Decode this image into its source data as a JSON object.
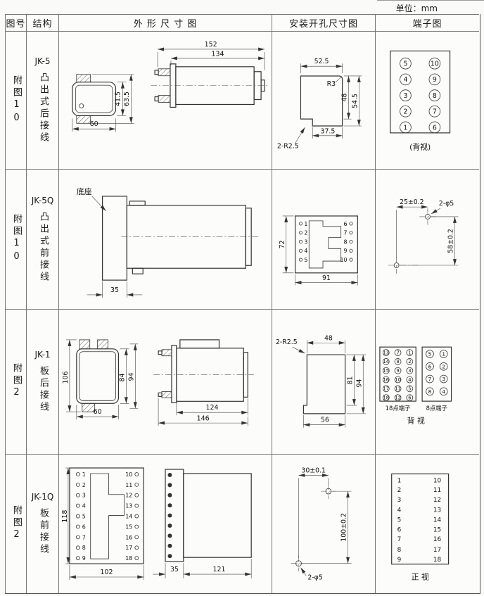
{
  "unit_label": "单位：mm",
  "header": {
    "fig": "图号",
    "structure": "结构",
    "outline": "外 形 尺 寸 图",
    "mounting": "安装开孔尺寸图",
    "terminal": "端子图"
  },
  "rows": [
    {
      "fig": "附图10",
      "model": "JK-5",
      "structure": "凸出式后接线",
      "outline": {
        "total": "152",
        "body": "134",
        "h1": "41.5",
        "h2": "63.5",
        "w": "60"
      },
      "mounting": {
        "top": "52.5",
        "radius": "R3",
        "h1": "48",
        "h2": "54.5",
        "bottom": "37.5",
        "holes": "2-R2.5"
      },
      "terminal": {
        "left": [
          "5",
          "4",
          "3",
          "2",
          "1"
        ],
        "right": [
          "10",
          "9",
          "8",
          "7",
          "6"
        ],
        "caption": "(背视)"
      }
    },
    {
      "fig": "附图10",
      "model": "JK-5Q",
      "structure": "凸出式前接线",
      "outline": {
        "base_label": "底座",
        "w": "35"
      },
      "mounting": {
        "h": "72",
        "w": "91",
        "left": [
          "1",
          "2",
          "3",
          "4",
          "5"
        ],
        "right": [
          "6",
          "7",
          "8",
          "9",
          "10"
        ]
      },
      "terminal": {
        "top": "25±0.2",
        "holes": "2-φ5",
        "side": "58±0.2"
      }
    },
    {
      "fig": "附图2",
      "model": "JK-1",
      "structure": "板后接线",
      "outline": {
        "h": "106",
        "h1": "84",
        "h2": "94",
        "w": "60",
        "body": "124",
        "total": "146"
      },
      "mounting": {
        "holes": "2-R2.5",
        "top": "48",
        "h1": "81",
        "h2": "94",
        "bottom": "56"
      },
      "terminal": {
        "block18": [
          [
            "13",
            "7",
            "1"
          ],
          [
            "14",
            "8",
            "2"
          ],
          [
            "15",
            "9",
            "3"
          ],
          [
            "16",
            "10",
            "4"
          ],
          [
            "17",
            "11",
            "5"
          ],
          [
            "18",
            "12",
            "6"
          ]
        ],
        "block8": [
          [
            "5",
            "1"
          ],
          [
            "6",
            "2"
          ],
          [
            "7",
            "3"
          ],
          [
            "8",
            "4"
          ]
        ],
        "label18": "18点端子",
        "label8": "8点端子",
        "caption": "背 视"
      }
    },
    {
      "fig": "附图2",
      "model": "JK-1Q",
      "structure": "板前接线",
      "outline": {
        "h": "118",
        "w": "102",
        "strip_w": "35",
        "body_w": "121",
        "left": [
          "1",
          "2",
          "3",
          "4",
          "5",
          "6",
          "7",
          "8",
          "9"
        ],
        "right": [
          "10",
          "11",
          "12",
          "13",
          "14",
          "15",
          "16",
          "17",
          "18"
        ]
      },
      "mounting": {
        "top": "30±0.1",
        "side": "100±0.2",
        "holes": "2-φ5"
      },
      "terminal": {
        "left": [
          "1",
          "2",
          "3",
          "4",
          "5",
          "6",
          "7",
          "8",
          "9"
        ],
        "right": [
          "10",
          "11",
          "12",
          "13",
          "14",
          "15",
          "16",
          "17",
          "18"
        ],
        "caption": "正 视"
      }
    }
  ]
}
